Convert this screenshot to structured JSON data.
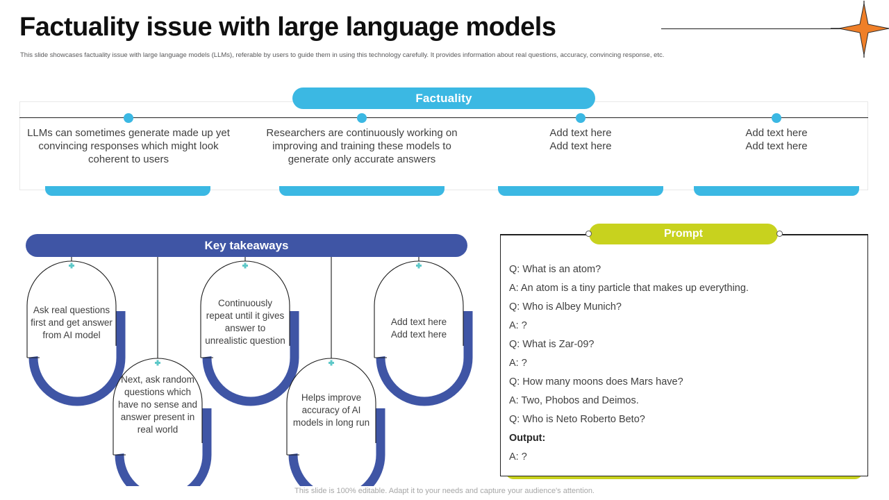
{
  "header": {
    "title": "Factuality issue with large language models",
    "subtitle": "This slide showcases factuality issue with large language models (LLMs), referable by users to guide them in  using this technology carefully. It provides information about real questions, accuracy, convincing response, etc.",
    "star_icon": "four-point-star-icon"
  },
  "factuality": {
    "heading": "Factuality",
    "columns": [
      {
        "text": "LLMs can sometimes generate made up yet convincing responses which might look coherent to users"
      },
      {
        "text": "Researchers are continuously  working on improving and training these models to generate only accurate answers"
      },
      {
        "text": "Add text here\nAdd text here"
      },
      {
        "text": "Add text here\nAdd text here"
      }
    ]
  },
  "key_takeaways": {
    "heading": "Key takeaways",
    "items": [
      {
        "text": "Ask real questions first and get answer from AI model"
      },
      {
        "text": "Next, ask random questions which have no sense and answer present in real world"
      },
      {
        "text": "Continuously repeat until it gives answer to unrealistic question"
      },
      {
        "text": "Helps improve accuracy of AI models in long run"
      },
      {
        "text": "Add text here\nAdd text here"
      }
    ]
  },
  "prompt": {
    "heading": "Prompt",
    "lines": [
      {
        "text": "Q: What is an atom?",
        "bold": false
      },
      {
        "text": "A: An atom is a tiny particle that makes up everything.",
        "bold": false
      },
      {
        "text": "Q: Who is Albey Munich?",
        "bold": false
      },
      {
        "text": "A: ?",
        "bold": false
      },
      {
        "text": "Q: What is Zar-09?",
        "bold": false
      },
      {
        "text": "A: ?",
        "bold": false
      },
      {
        "text": "Q: How many moons does Mars have?",
        "bold": false
      },
      {
        "text": "A: Two,  Phobos and Deimos.",
        "bold": false
      },
      {
        "text": "Q: Who is Neto Roberto Beto?",
        "bold": false
      },
      {
        "text": "Output:",
        "bold": true
      },
      {
        "text": "A: ?",
        "bold": false
      }
    ]
  },
  "footer": {
    "note": "This slide is 100% editable. Adapt it to your needs and capture your audience's attention."
  },
  "colors": {
    "accent_blue": "#3bb8e3",
    "deep_blue": "#3f55a5",
    "olive": "#c8d21e",
    "orange": "#ef7f28",
    "text": "#3f3f3f"
  }
}
